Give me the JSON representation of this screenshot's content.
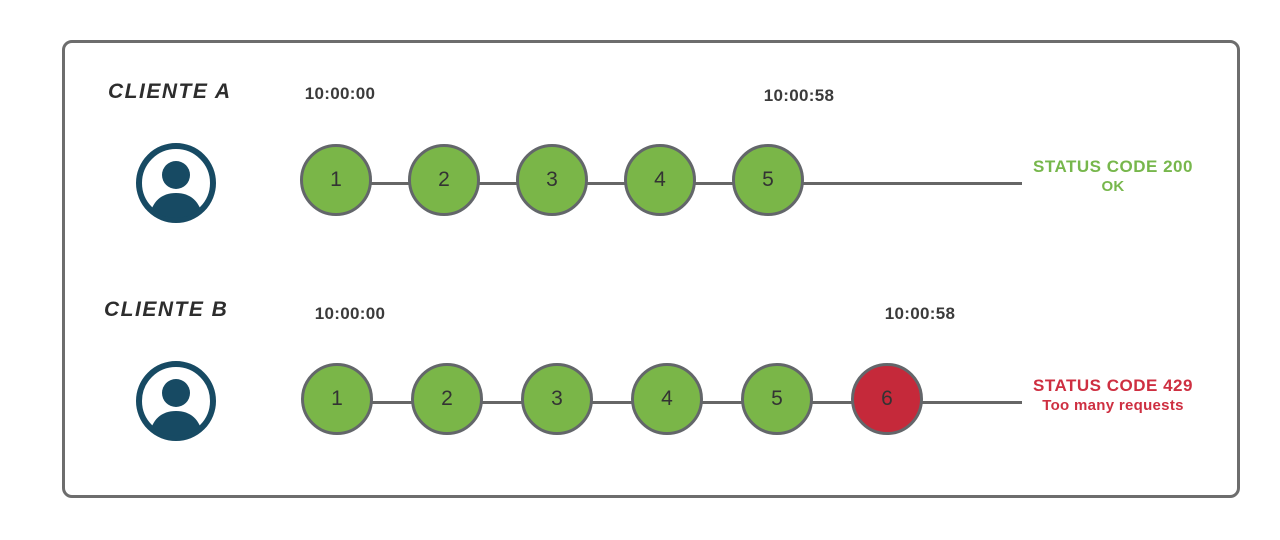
{
  "diagram_title": "rate-limiting-clients-diagram",
  "colors": {
    "ok": "#7AB648",
    "blocked": "#C5293A",
    "node_border": "#63666A",
    "line": "#666666",
    "green_text": "#77B74C",
    "red_text": "#CE2F41",
    "icon_navy": "#174A63",
    "timestamp_text": "#3B3B3B",
    "label_text": "#2D2D2D"
  },
  "rows": [
    {
      "client": "CLIENTE A",
      "icon": "user-icon",
      "start_time": "10:00:00",
      "end_time": "10:00:58",
      "requests": [
        {
          "label": "1",
          "status": "ok"
        },
        {
          "label": "2",
          "status": "ok"
        },
        {
          "label": "3",
          "status": "ok"
        },
        {
          "label": "4",
          "status": "ok"
        },
        {
          "label": "5",
          "status": "ok"
        }
      ],
      "status_line1": "STATUS CODE 200",
      "status_line2": "OK",
      "status_color": "green_text"
    },
    {
      "client": "CLIENTE B",
      "icon": "user-icon",
      "start_time": "10:00:00",
      "end_time": "10:00:58",
      "requests": [
        {
          "label": "1",
          "status": "ok"
        },
        {
          "label": "2",
          "status": "ok"
        },
        {
          "label": "3",
          "status": "ok"
        },
        {
          "label": "4",
          "status": "ok"
        },
        {
          "label": "5",
          "status": "ok"
        },
        {
          "label": "6",
          "status": "blocked"
        }
      ],
      "status_line1": "STATUS CODE 429",
      "status_line2": "Too many requests",
      "status_color": "red_text"
    }
  ]
}
